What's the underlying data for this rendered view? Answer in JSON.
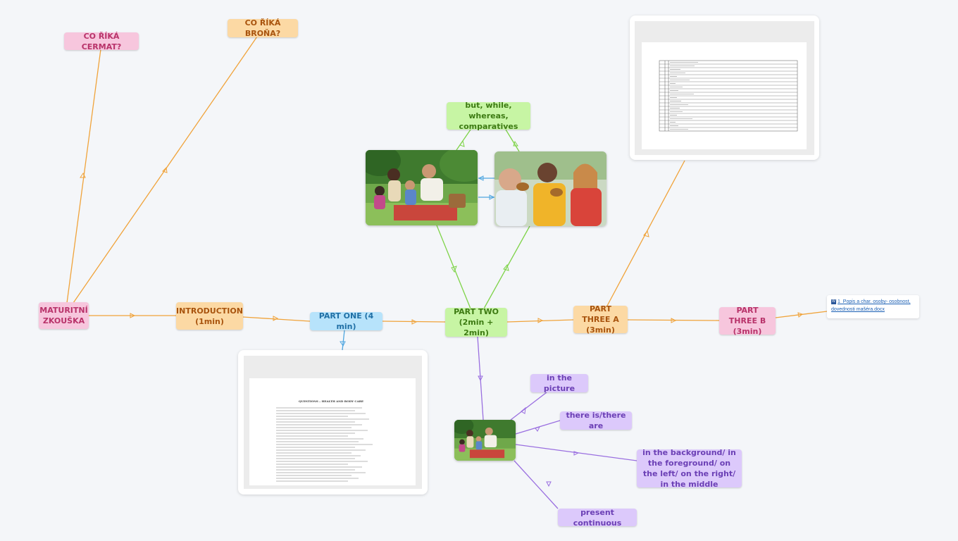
{
  "nodes": {
    "maturitni": "MATURITNÍ ZKOUŠKA",
    "cermat": "CO ŘÍKÁ CERMAT?",
    "brona": "CO ŘÍKÁ BROŇA?",
    "introduction": "INTRODUCTION (1min)",
    "part_one": "PART ONE (4 min)",
    "part_two": "PART TWO (2min + 2min)",
    "part_three_a": "PART THREE A (3min)",
    "part_three_b": "PART THREE B (3min)",
    "comparatives": "but, while, whereas, comparatives",
    "in_picture": "in the picture",
    "there_is": "there is/there are",
    "background": "in the background/ in the foreground/ on the left/ on the right/ in the middle",
    "present_continuous": "present continuous"
  },
  "attachment": {
    "icon": "word-document-icon",
    "label": "1_Popis a char. osoby- osobnost, dovednosti mašéra.docx"
  },
  "documents": {
    "questions_title": "QUESTIONS – HEALTH AND BODY CARE"
  },
  "colors": {
    "orange_line": "#f0a33a",
    "green_line": "#7ed348",
    "blue_line": "#4fa6e0",
    "purple_line": "#9a6fe0",
    "background": "#f4f6f9"
  }
}
